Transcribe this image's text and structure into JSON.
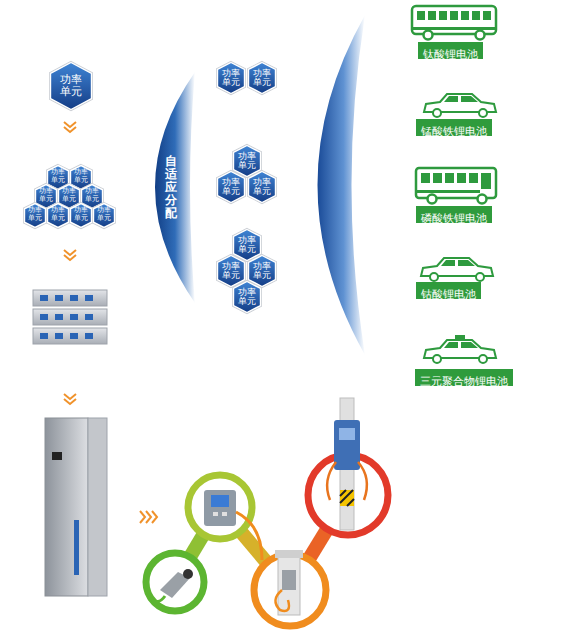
{
  "diagram": {
    "nodes": [
      {
        "text": [
          "功率 单元"
        ]
      },
      {
        "text": [
          "功率 单元"
        ]
      },
      {
        "text": [
          "功率 单元"
        ]
      },
      {
        "text": [
          "功率 单元"
        ]
      },
      {
        "text": [
          "功率 单元"
        ]
      },
      {
        "text": [
          "功率 单元"
        ]
      },
      {
        "text": [
          "功率 单元"
        ]
      },
      {
        "text": [
          "功率 单元"
        ]
      },
      {
        "text": [
          "功率 单元"
        ]
      },
      {
        "text": [
          "功率 单元"
        ]
      },
      {
        "text": [
          "自适应分配"
        ]
      },
      {
        "text": [
          "功率 单元"
        ]
      },
      {
        "text": [
          "功率 单元"
        ]
      },
      {
        "text": [
          "功率 单元"
        ]
      },
      {
        "text": [
          "功率 单元"
        ]
      },
      {
        "text": [
          "功率 单元"
        ]
      },
      {
        "text": [
          "功率 单元"
        ]
      },
      {
        "text": [
          "功率 单元"
        ]
      },
      {
        "text": [
          "功率 单元"
        ]
      },
      {
        "text": [
          "功率 单元"
        ]
      },
      {
        "text": [
          "钛酸锂电池"
        ]
      },
      {
        "text": [
          "锰酸铁锂电池"
        ]
      },
      {
        "text": [
          "磷酸铁锂电池"
        ]
      },
      {
        "text": [
          "钴酸锂电池"
        ]
      },
      {
        "text": [
          "三元聚合物锂电池"
        ]
      }
    ]
  }
}
